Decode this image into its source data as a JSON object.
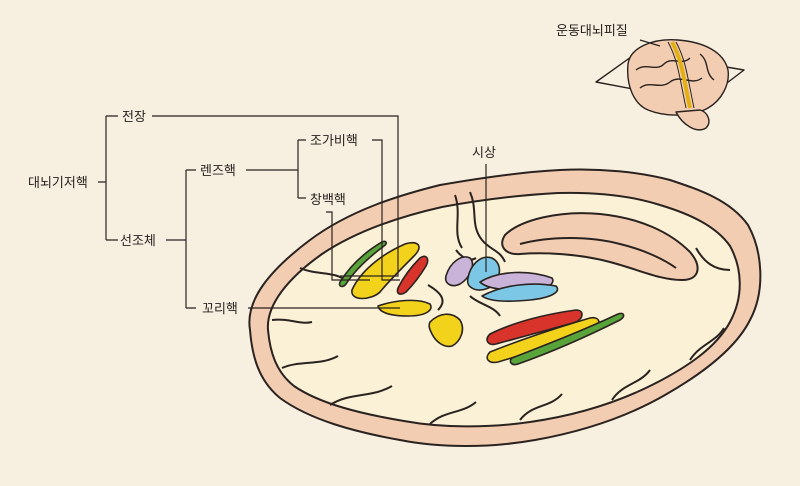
{
  "labels": {
    "basal_ganglia": "대뇌기저핵",
    "claustrum": "전장",
    "striatum": "선조체",
    "lentiform_nucleus": "렌즈핵",
    "globus_pallidus": "조가비핵",
    "putamen": "창백핵",
    "caudate_nucleus": "꼬리핵",
    "thalamus": "시상",
    "motor_cortex": "운동대뇌피질"
  },
  "colors": {
    "background": "#f7efe0",
    "tissue_outer": "#f3cdb2",
    "tissue_inner": "#faf1d6",
    "outline": "#2a2320",
    "yellow": "#f2d21b",
    "red": "#d8342b",
    "green": "#58a33a",
    "blue": "#7cc7e6",
    "lavender": "#c9b3d8"
  }
}
